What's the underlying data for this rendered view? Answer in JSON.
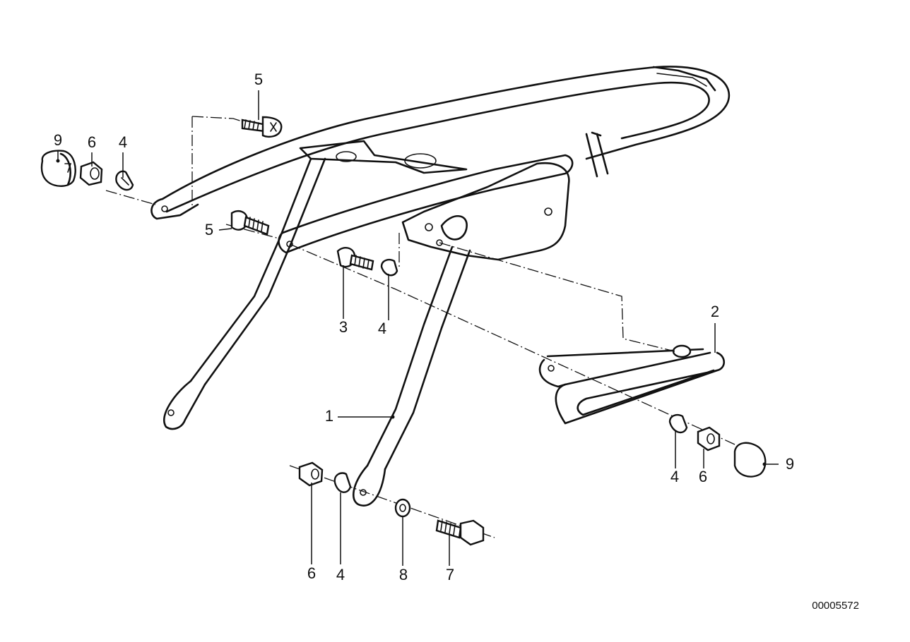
{
  "diagram": {
    "reference_number": "00005572",
    "callouts": [
      {
        "id": "label-5-top",
        "text": "5",
        "part": "screw"
      },
      {
        "id": "label-9-left",
        "text": "9",
        "part": "cap"
      },
      {
        "id": "label-6-left",
        "text": "6",
        "part": "nut"
      },
      {
        "id": "label-4-left",
        "text": "4",
        "part": "washer"
      },
      {
        "id": "label-5-mid",
        "text": "5",
        "part": "screw"
      },
      {
        "id": "label-3",
        "text": "3",
        "part": "bolt"
      },
      {
        "id": "label-4-mid",
        "text": "4",
        "part": "washer"
      },
      {
        "id": "label-2",
        "text": "2",
        "part": "bracket"
      },
      {
        "id": "label-1",
        "text": "1",
        "part": "frame"
      },
      {
        "id": "label-4-right",
        "text": "4",
        "part": "washer"
      },
      {
        "id": "label-6-right",
        "text": "6",
        "part": "nut"
      },
      {
        "id": "label-9-right",
        "text": "9",
        "part": "cap"
      },
      {
        "id": "label-6-bottom",
        "text": "6",
        "part": "nut"
      },
      {
        "id": "label-4-bottom",
        "text": "4",
        "part": "washer"
      },
      {
        "id": "label-8",
        "text": "8",
        "part": "washer"
      },
      {
        "id": "label-7",
        "text": "7",
        "part": "bolt"
      }
    ]
  }
}
